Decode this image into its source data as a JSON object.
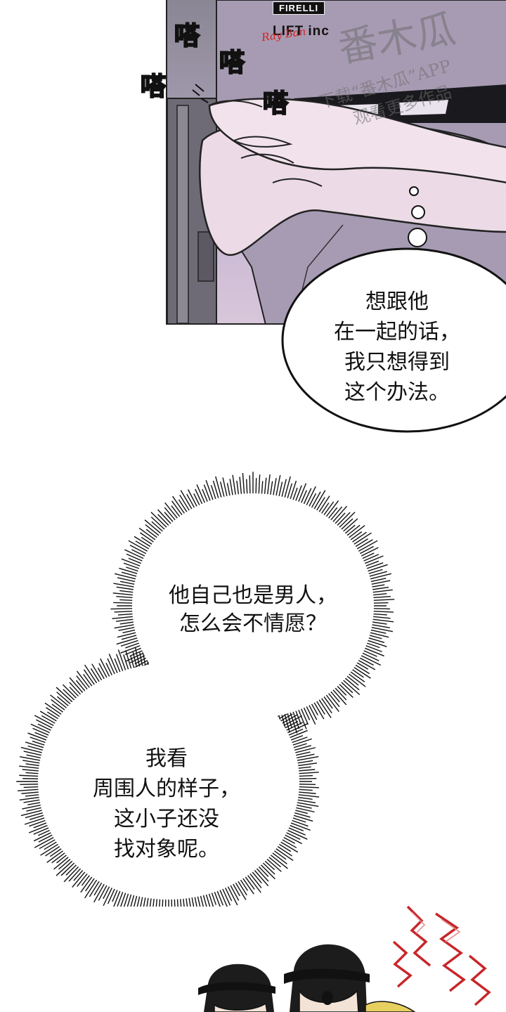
{
  "panel": {
    "logos": {
      "firelli": "FIRELLI",
      "lift": "LIFT inc",
      "rayban": "Ray Ban"
    },
    "watermark": {
      "big": "番木瓜",
      "line1": "下载“番木瓜”APP",
      "line2": "观看更多作品",
      "app": "APP"
    },
    "sfx": [
      "嗒",
      "嗒",
      "嗒",
      "嗒"
    ]
  },
  "bubbles": {
    "speech": {
      "lines": [
        "想跟他",
        "在一起的话，",
        "我只想得到",
        "这个办法。"
      ]
    },
    "thought_1": {
      "lines": [
        "他自己也是男人，",
        "怎么会不情愿？"
      ]
    },
    "thought_2": {
      "lines": [
        "我看",
        "周围人的样子，",
        "这小子还没",
        "找对象呢。"
      ]
    }
  }
}
